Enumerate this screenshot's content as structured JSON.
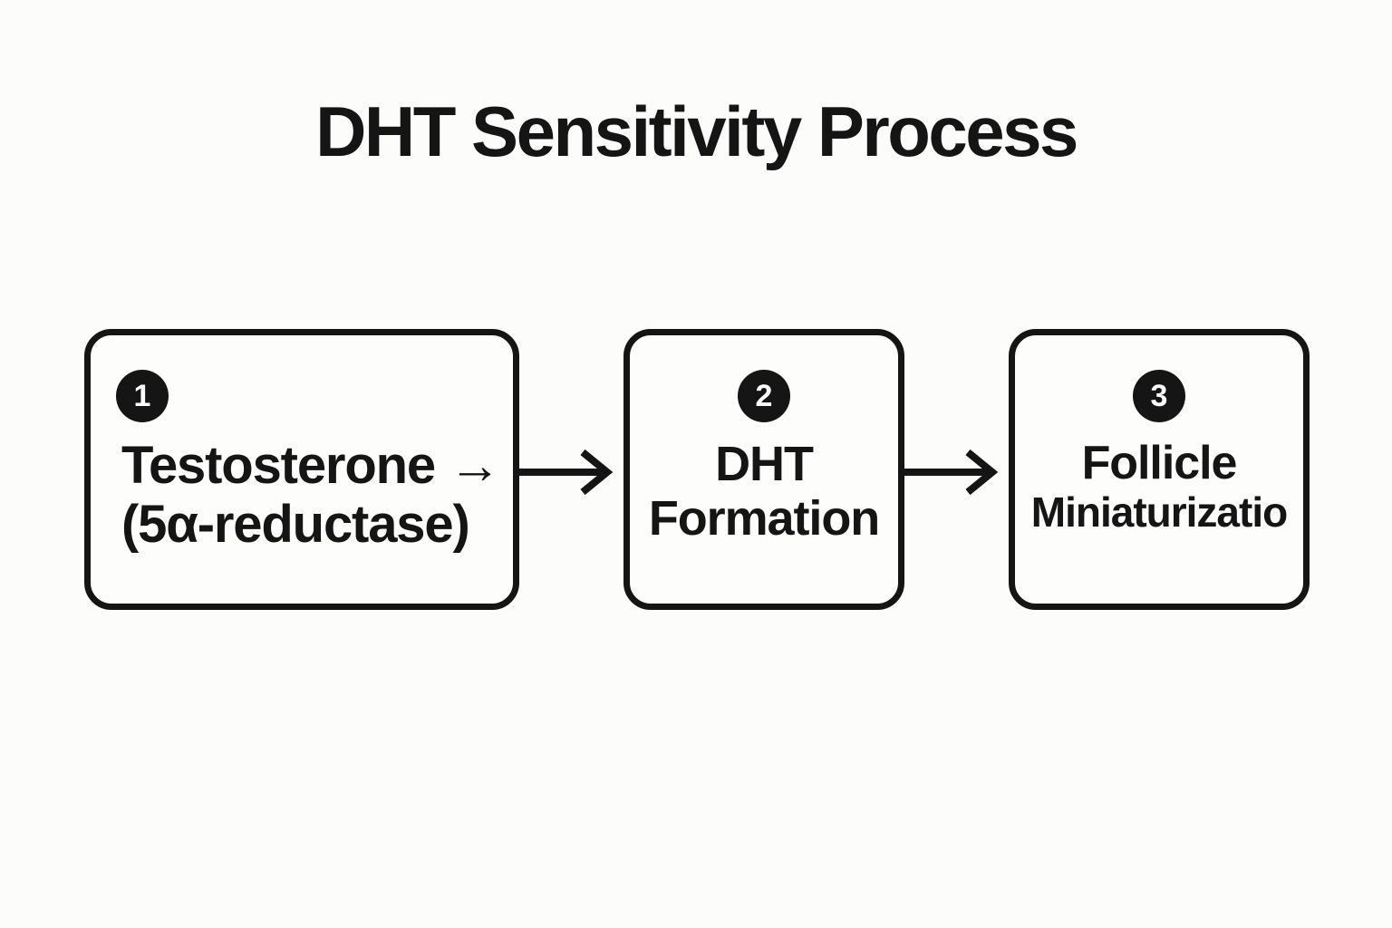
{
  "title": "DHT Sensitivity Process",
  "steps": [
    {
      "number": "1",
      "lines": [
        "Testosterone →",
        "(5α-reductase)"
      ]
    },
    {
      "number": "2",
      "lines": [
        "DHT",
        "Formation"
      ]
    },
    {
      "number": "3",
      "lines": [
        "Follicle",
        "Miniaturizatio"
      ]
    }
  ],
  "icons": {
    "connector_1": "arrow-right-icon",
    "connector_2": "arrow-right-icon"
  },
  "colors": {
    "ink": "#151515",
    "background": "#fcfcfa",
    "box_fill": "#fdfdfc",
    "badge_text": "#ffffff"
  }
}
